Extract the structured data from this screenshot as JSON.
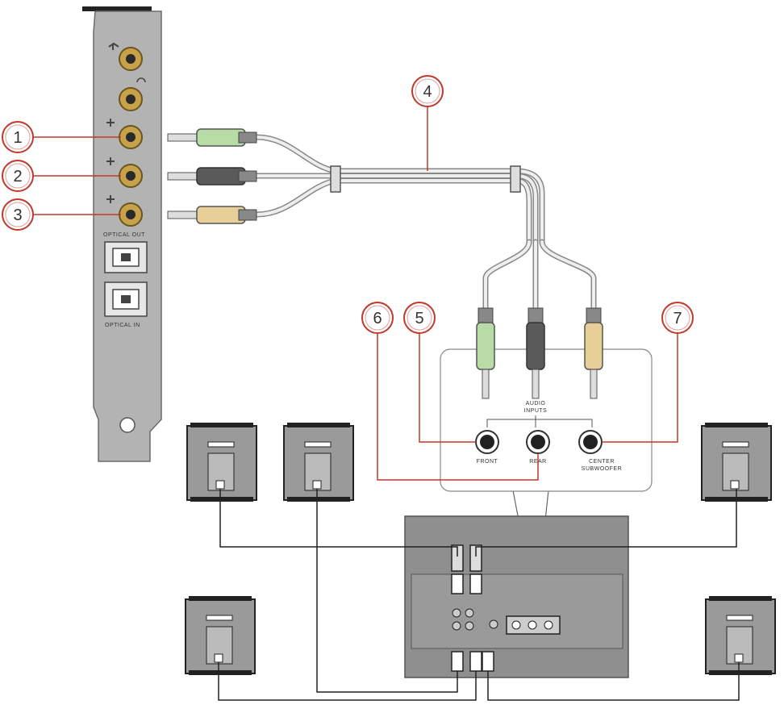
{
  "callouts": [
    {
      "id": "1",
      "label": "1"
    },
    {
      "id": "2",
      "label": "2"
    },
    {
      "id": "3",
      "label": "3"
    },
    {
      "id": "4",
      "label": "4"
    },
    {
      "id": "5",
      "label": "5"
    },
    {
      "id": "6",
      "label": "6"
    },
    {
      "id": "7",
      "label": "7"
    }
  ],
  "card": {
    "optical_out_label": "OPTICAL OUT",
    "optical_in_label": "OPTICAL IN"
  },
  "inset": {
    "title_line1": "AUDIO",
    "title_line2": "INPUTS",
    "front_label": "FRONT",
    "rear_label": "REAR",
    "center_label_line1": "CENTER",
    "center_label_line2": "SUBWOOFER"
  },
  "colors": {
    "background": "#ffffff",
    "card_bracket": "#b3b3b3",
    "jack_gold": "#c8a24a",
    "plug_green": "#b8dca6",
    "plug_black": "#5a5a5a",
    "plug_yellow": "#e8cf98",
    "callout_ring": "#c0392b",
    "callout_line": "#c0392b",
    "speaker_body": "#9a9a9a",
    "subwoofer_body": "#8f8f8f",
    "wire": "#222222"
  },
  "icons": [
    "headphone-icon",
    "line-in-icon",
    "speaker-out-icon",
    "optical-port-icon"
  ]
}
